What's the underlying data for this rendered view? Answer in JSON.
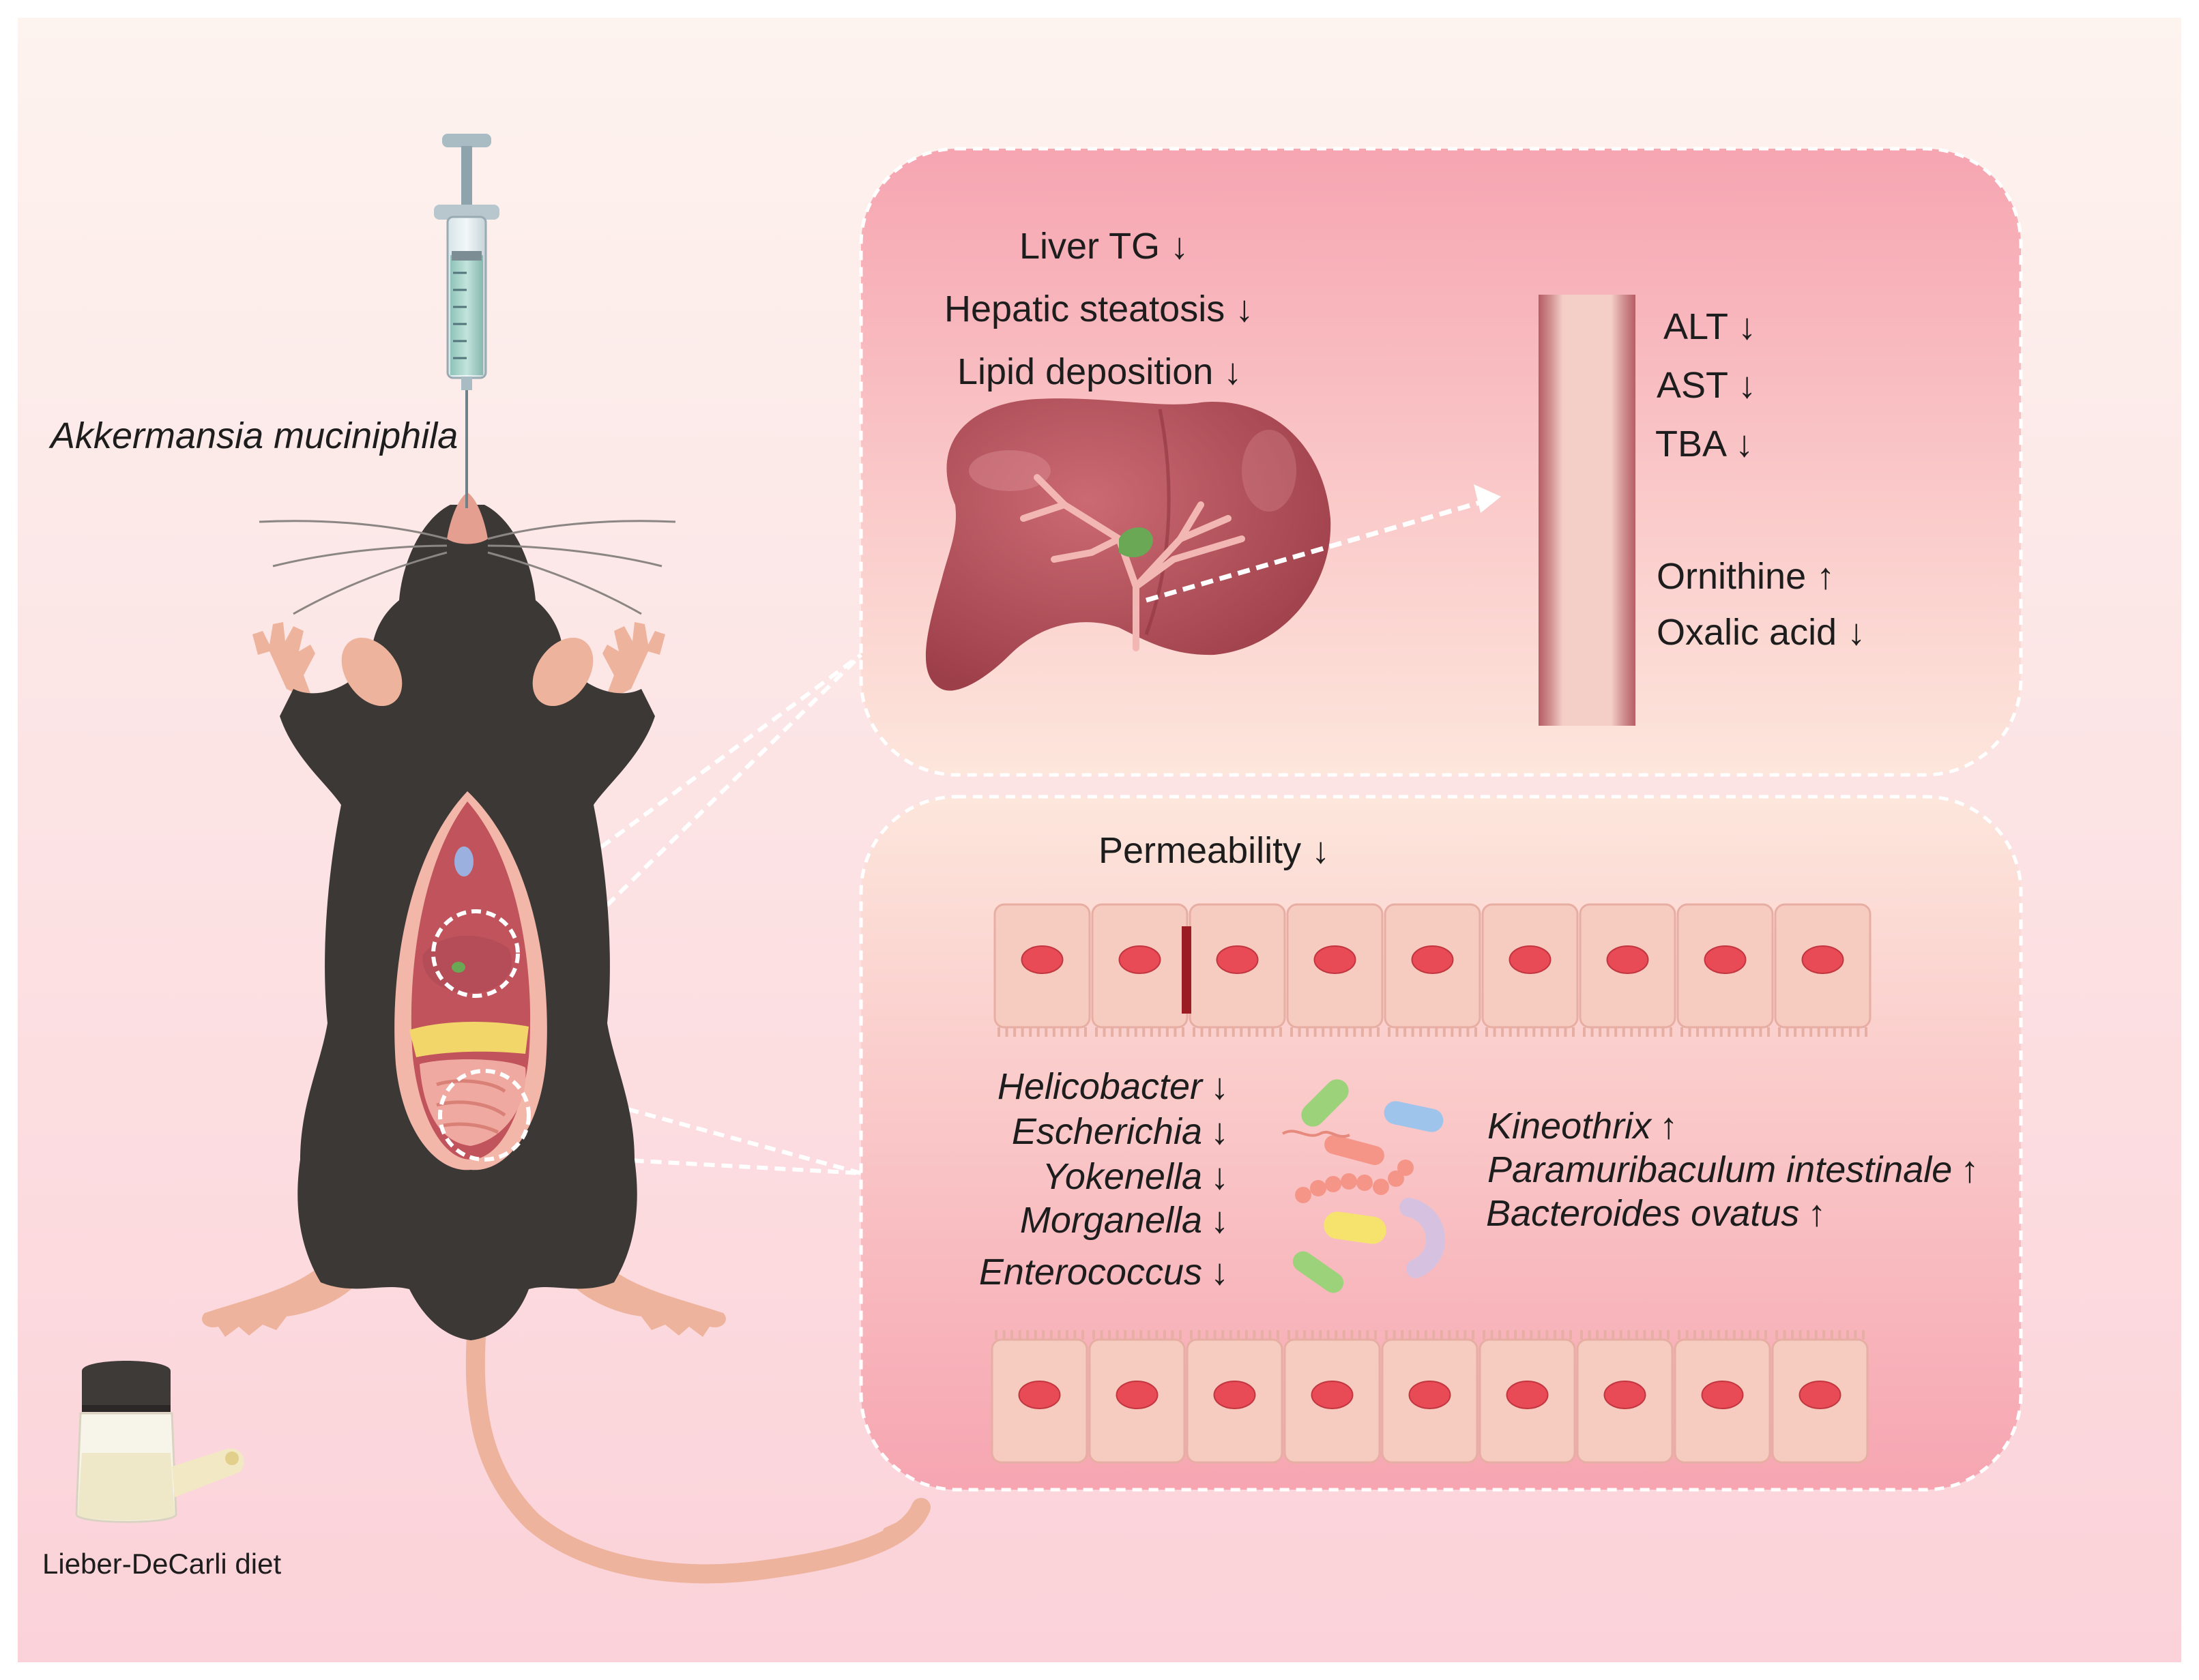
{
  "colors": {
    "background_top": "#fdf1ee",
    "background_bottom": "#fbd1d8",
    "panel_top": "#f6a6b2",
    "panel_bottom": "#fde8dd",
    "mouse_fur": "#3b3836",
    "skin_pink": "#f2b59f",
    "liver": "#b8525c",
    "cell_fill": "#f6cbc0",
    "nucleus": "#e84b55",
    "junction_gap": "#9b1c22"
  },
  "labels": {
    "injected_bacterium": "Akkermansia muciniphila",
    "diet": "Lieber-DeCarli diet"
  },
  "liver_panel": {
    "liver_effects": [
      "Liver TG ↓",
      "Hepatic steatosis ↓",
      "Lipid deposition ↓"
    ],
    "serum_markers": [
      "ALT ↓",
      "AST ↓",
      "TBA ↓"
    ],
    "metabolites": [
      "Ornithine ↑",
      "Oxalic acid ↓"
    ]
  },
  "gut_panel": {
    "barrier": "Permeability ↓",
    "decreased_taxa": [
      {
        "name": "Helicobacter",
        "arrow": "↓"
      },
      {
        "name": "Escherichia",
        "arrow": "↓"
      },
      {
        "name": "Yokenella",
        "arrow": "↓"
      },
      {
        "name": "Morganella",
        "arrow": "↓"
      },
      {
        "name": "Enterococcus",
        "arrow": "↓"
      }
    ],
    "increased_taxa": [
      {
        "name": "Kineothrix",
        "arrow": "↑"
      },
      {
        "name": "Paramuribaculum intestinale",
        "arrow": "↑"
      },
      {
        "name": "Bacteroides ovatus",
        "arrow": "↑"
      }
    ]
  }
}
